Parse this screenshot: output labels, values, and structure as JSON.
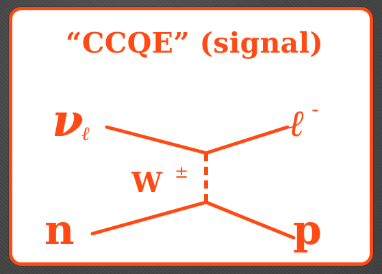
{
  "slide": {
    "title": "“CCQE” (signal)",
    "accent_color": "#ff4a14",
    "background_color": "#ffffff"
  },
  "diagram": {
    "incoming_neutrino": {
      "symbol": "ν",
      "subscript": "ℓ"
    },
    "outgoing_lepton": {
      "symbol": "ℓ",
      "superscript": "-"
    },
    "exchange_boson": {
      "symbol": "W",
      "superscript": "±"
    },
    "incoming_nucleon": {
      "symbol": "n"
    },
    "outgoing_nucleon": {
      "symbol": "p"
    }
  }
}
